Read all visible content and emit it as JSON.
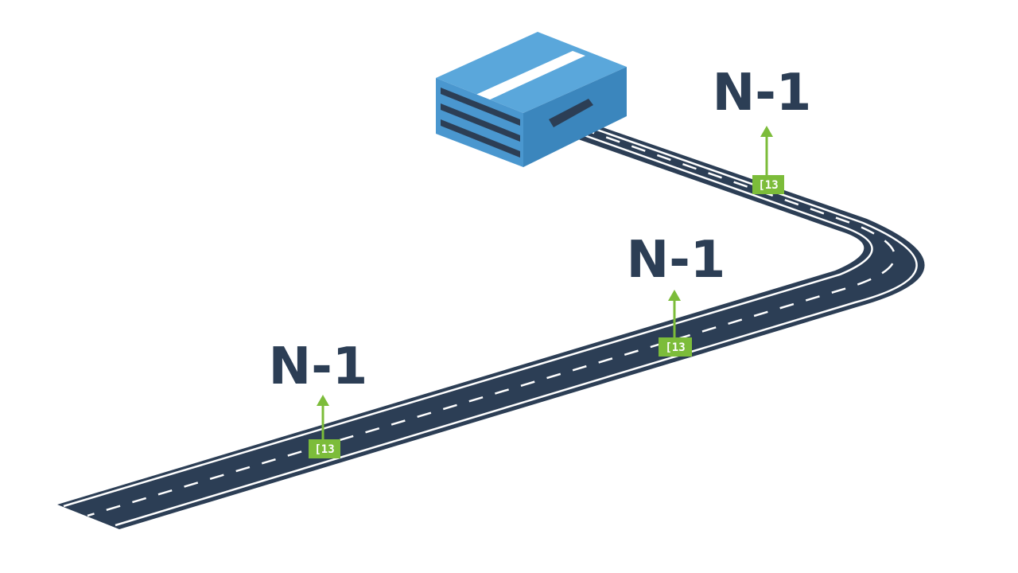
{
  "colors": {
    "road": "#2c3e55",
    "lane_line": "#ffffff",
    "box_top": "#5aa7db",
    "box_front": "#4a97cf",
    "box_side": "#3b86bd",
    "box_stripe": "#2c3e55",
    "box_top_stripe": "#ffffff",
    "arrow": "#7cbc3a",
    "tag_fill": "#7cbc3a",
    "label": "#2c3e55"
  },
  "markers": [
    {
      "label": "N-1",
      "tag": "[13"
    },
    {
      "label": "N-1",
      "tag": "[13"
    },
    {
      "label": "N-1",
      "tag": "[13"
    }
  ]
}
